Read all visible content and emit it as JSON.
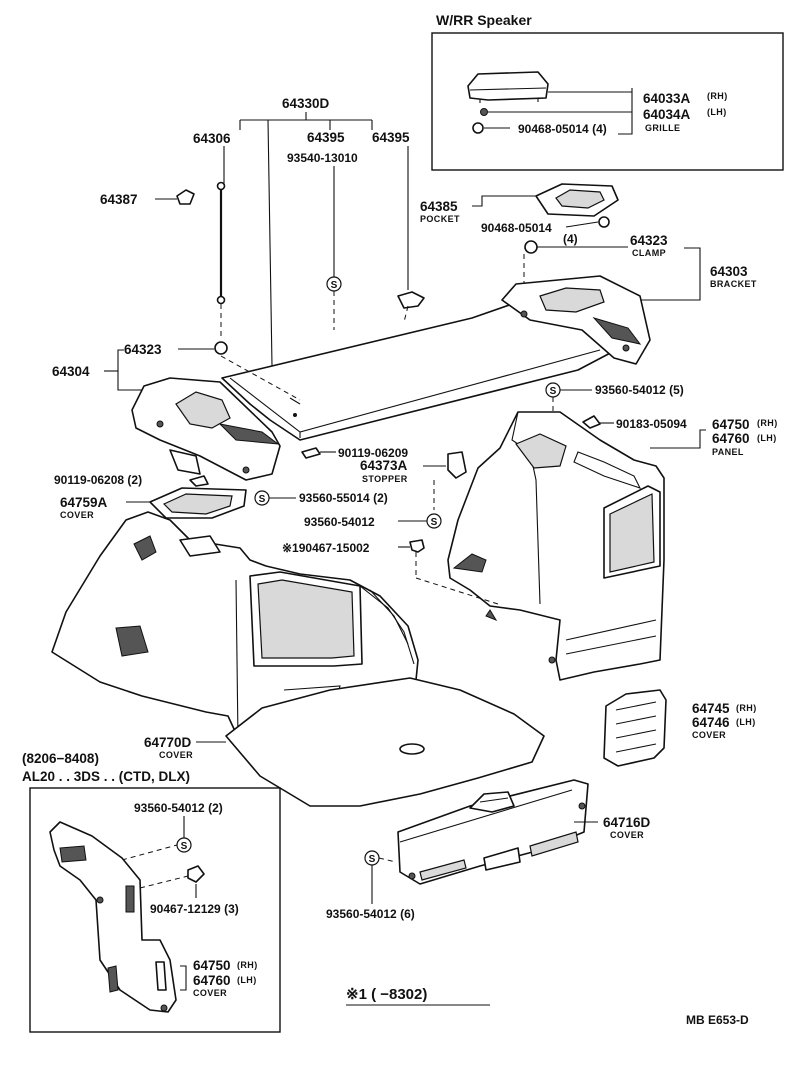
{
  "inset_title": "W/RR Speaker",
  "inset_variant_heading": "(8206−8408)",
  "inset_variant_models": "AL20 . . 3DS . . (CTD, DLX)",
  "footnote": "※1 (       −8302)",
  "diagram_code": "MB E653-D",
  "screw_symbol": "S",
  "labels": {
    "p64330D": "64330D",
    "p64306": "64306",
    "p64395a": "64395",
    "p64395b": "64395",
    "p93540": "93540-13010",
    "p64387": "64387",
    "p64033A": "64033A",
    "p64033A_side": "(RH)",
    "p64034A": "64034A",
    "p64034A_side": "(LH)",
    "grille": "GRILLE",
    "p90468a": "90468-05014 (4)",
    "p64385": "64385",
    "pocket": "POCKET",
    "p90468b": "90468-05014",
    "p90468b_qty": "(4)",
    "p64323a": "64323",
    "clamp": "CLAMP",
    "p64303": "64303",
    "bracket": "BRACKET",
    "p64323b": "64323",
    "p64304": "64304",
    "p93560_5": "93560-54012 (5)",
    "p90183": "90183-05094",
    "p64750": "64750",
    "p64750_side": "(RH)",
    "p64760": "64760",
    "p64760_side": "(LH)",
    "panel": "PANEL",
    "p90119_06209": "90119-06209",
    "p64373A": "64373A",
    "stopper": "STOPPER",
    "p90119_06208": "90119-06208 (2)",
    "p64759A": "64759A",
    "cover_a": "COVER",
    "p93560_55014": "93560-55014 (2)",
    "p93560_mid": "93560-54012",
    "p190467": "※190467-15002",
    "p64770D": "64770D",
    "cover_b": "COVER",
    "p64745": "64745",
    "p64745_side": "(RH)",
    "p64746": "64746",
    "p64746_side": "(LH)",
    "cover_c": "COVER",
    "p93560_2": "93560-54012 (2)",
    "p90467": "90467-12129 (3)",
    "p64750b": "64750",
    "p64750b_side": "(RH)",
    "p64760b": "64760",
    "p64760b_side": "(LH)",
    "cover_d": "COVER",
    "p64716D": "64716D",
    "cover_e": "COVER",
    "p93560_6": "93560-54012 (6)"
  }
}
